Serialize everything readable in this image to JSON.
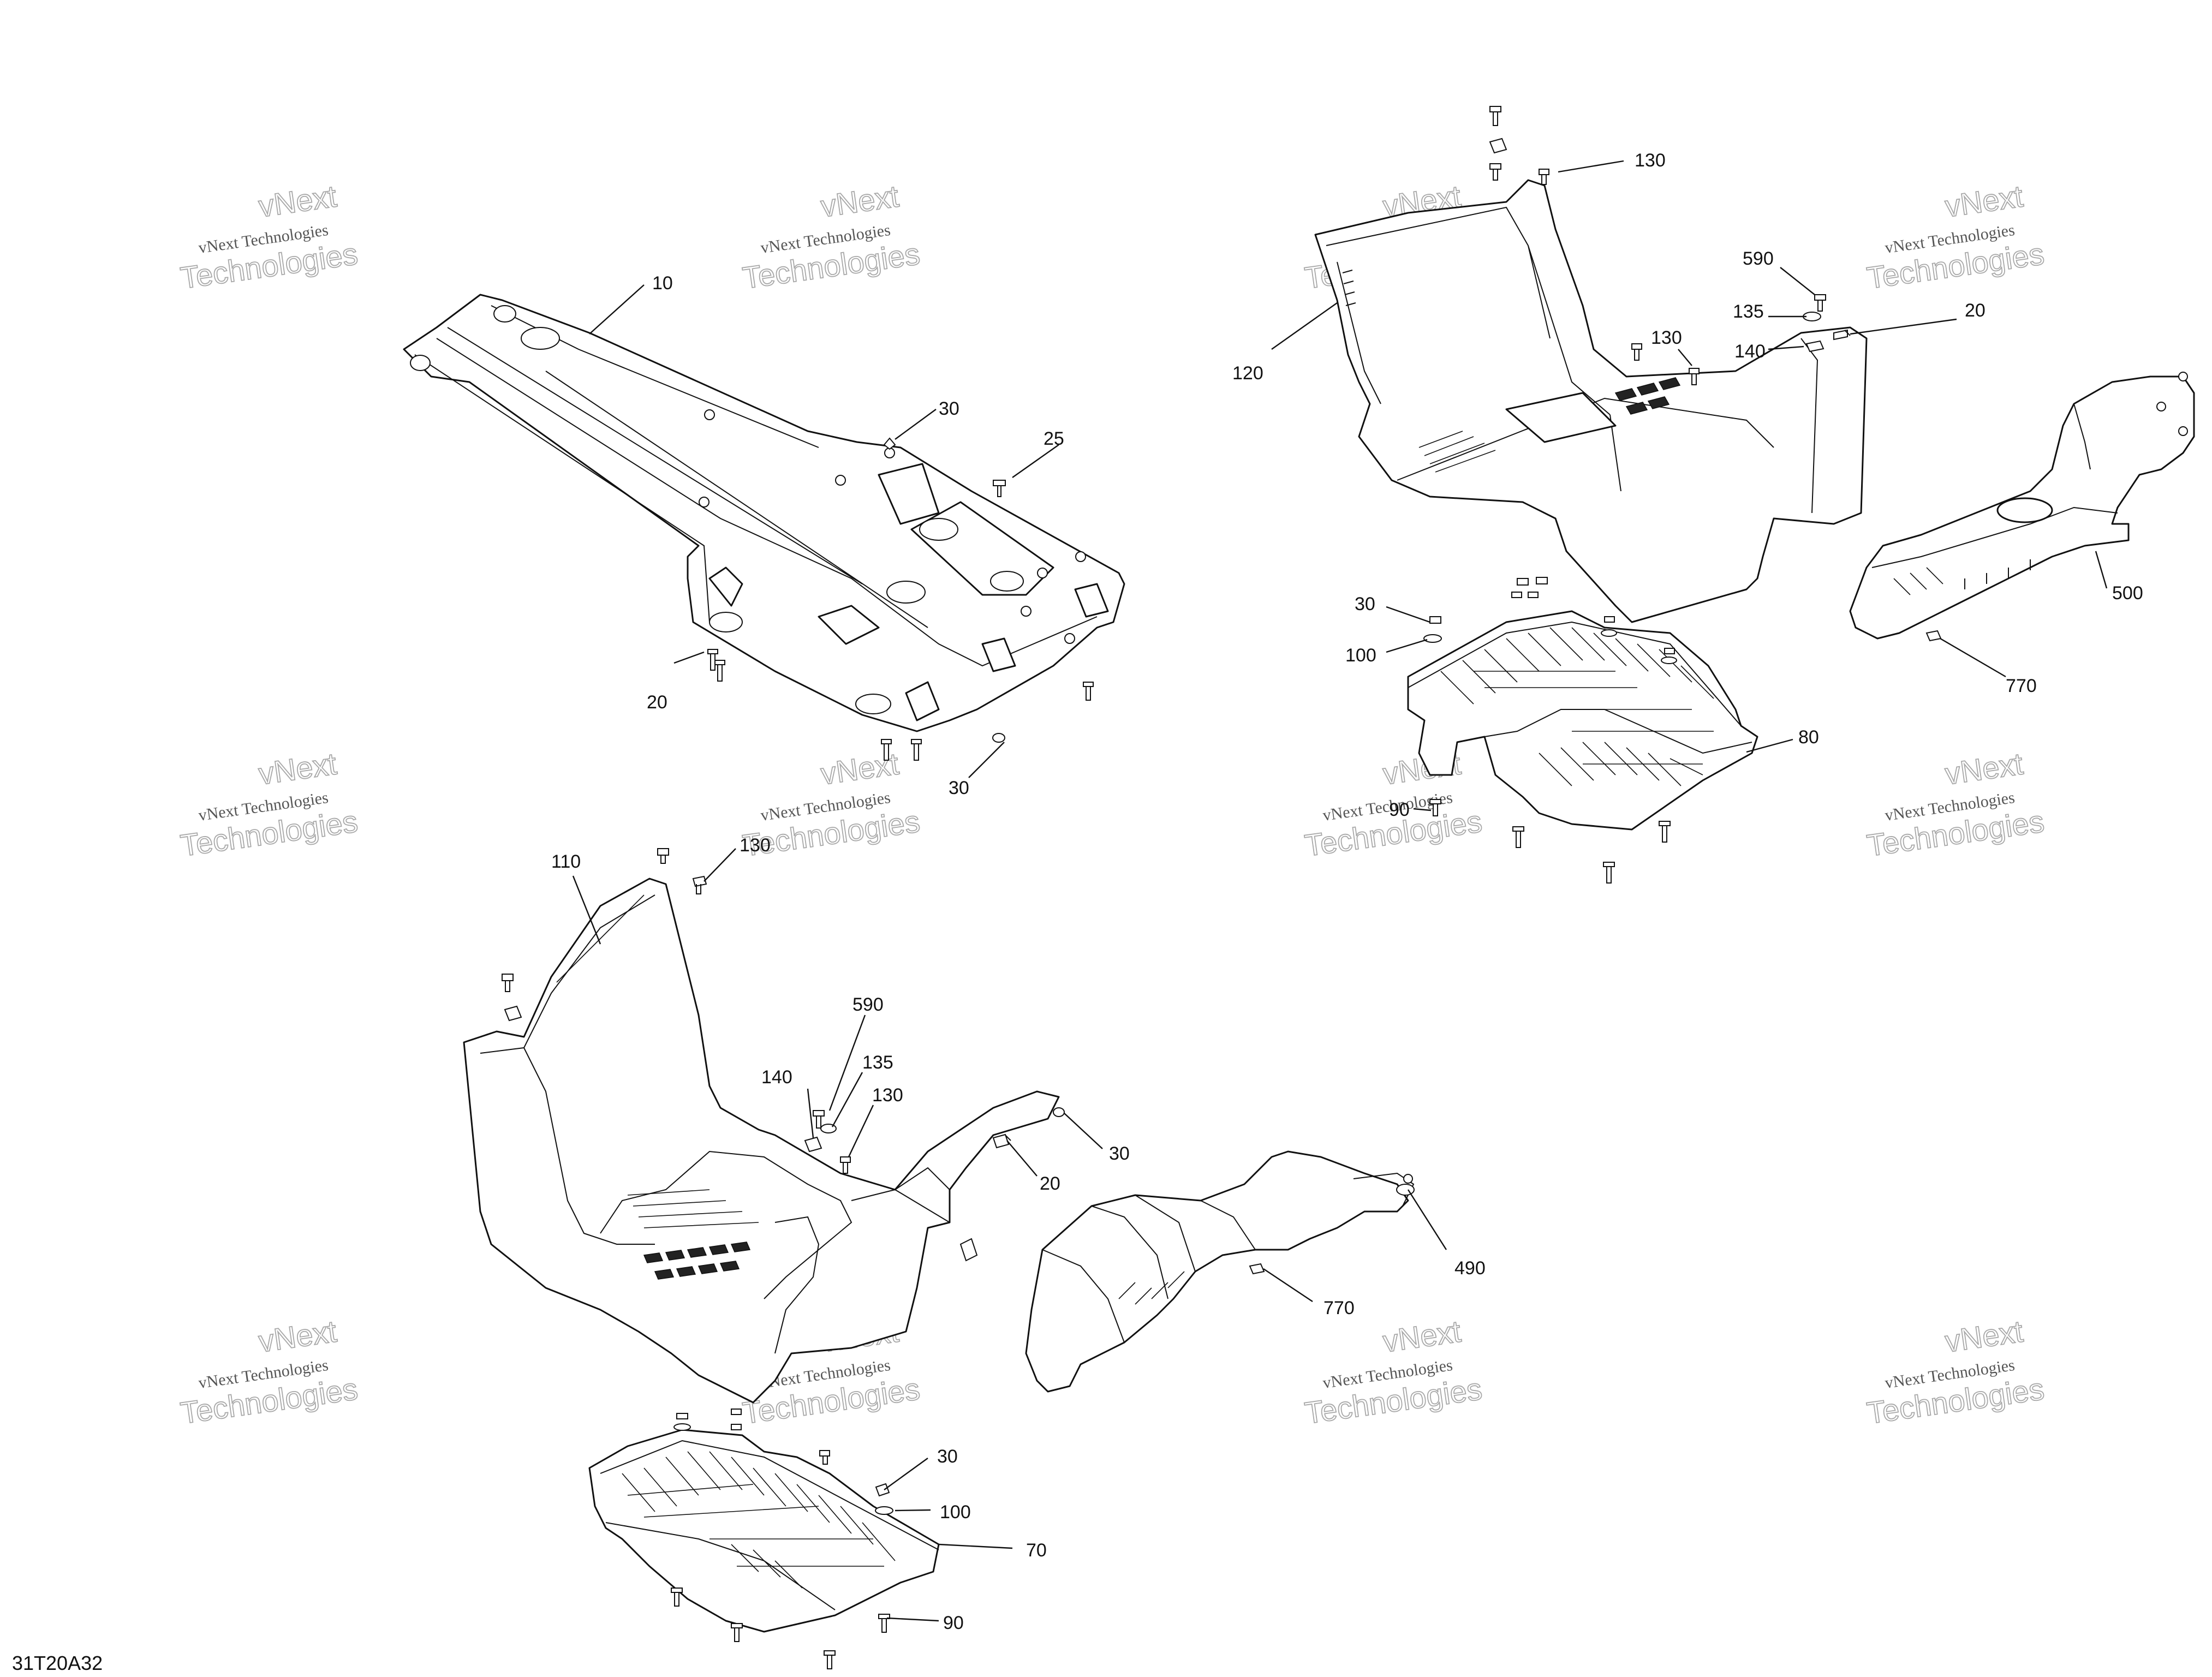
{
  "watermark": {
    "line_a": "vNext",
    "line_b": "vNext Technologies",
    "line_c": "Technologies"
  },
  "diagram_code": "31T20A32",
  "callouts": {
    "c10": "10",
    "c30a": "30",
    "c25": "25",
    "c20a": "20",
    "c30b": "30",
    "c130a": "130",
    "c120": "120",
    "c590a": "590",
    "c135a": "135",
    "c140a": "140",
    "c130b": "130",
    "c20b": "20",
    "c500": "500",
    "c770a": "770",
    "c30c": "30",
    "c100a": "100",
    "c80": "80",
    "c90a": "90",
    "c110": "110",
    "c130c": "130",
    "c590b": "590",
    "c135b": "135",
    "c140b": "140",
    "c130d": "130",
    "c30d": "30",
    "c20c": "20",
    "c490": "490",
    "c770b": "770",
    "c30e": "30",
    "c100b": "100",
    "c70": "70",
    "c90b": "90"
  }
}
